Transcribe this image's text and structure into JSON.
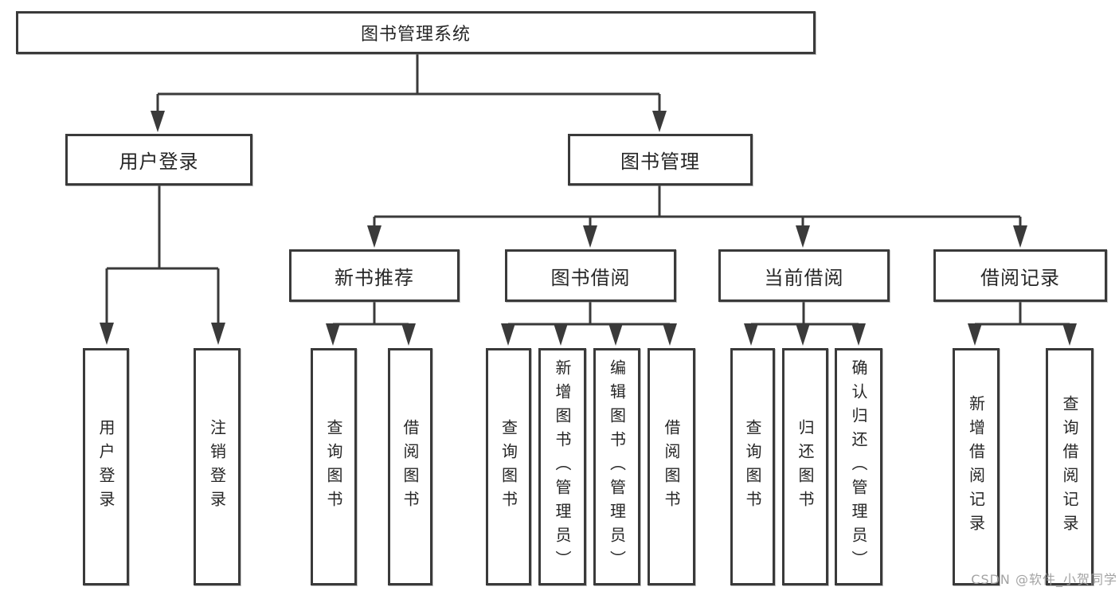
{
  "diagram": {
    "title": "图书管理系统",
    "branches": [
      {
        "label": "用户登录",
        "children": [
          {
            "label": "用户登录"
          },
          {
            "label": "注销登录"
          }
        ]
      },
      {
        "label": "图书管理",
        "children": [
          {
            "label": "新书推荐",
            "children": [
              {
                "label": "查询图书"
              },
              {
                "label": "借阅图书"
              }
            ]
          },
          {
            "label": "图书借阅",
            "children": [
              {
                "label": "查询图书"
              },
              {
                "label": "新增图书（管理员）"
              },
              {
                "label": "编辑图书（管理员）"
              },
              {
                "label": "借阅图书"
              }
            ]
          },
          {
            "label": "当前借阅",
            "children": [
              {
                "label": "查询图书"
              },
              {
                "label": "归还图书"
              },
              {
                "label": "确认归还（管理员）"
              }
            ]
          },
          {
            "label": "借阅记录",
            "children": [
              {
                "label": "新增借阅记录"
              },
              {
                "label": "查询借阅记录"
              }
            ]
          }
        ]
      }
    ]
  },
  "watermark": {
    "text": "CSDN @软件_小贺同学"
  },
  "colors": {
    "line": "#3a3a3a",
    "text": "#262626",
    "watermark": "#9e9e9e",
    "background": "#ffffff"
  }
}
